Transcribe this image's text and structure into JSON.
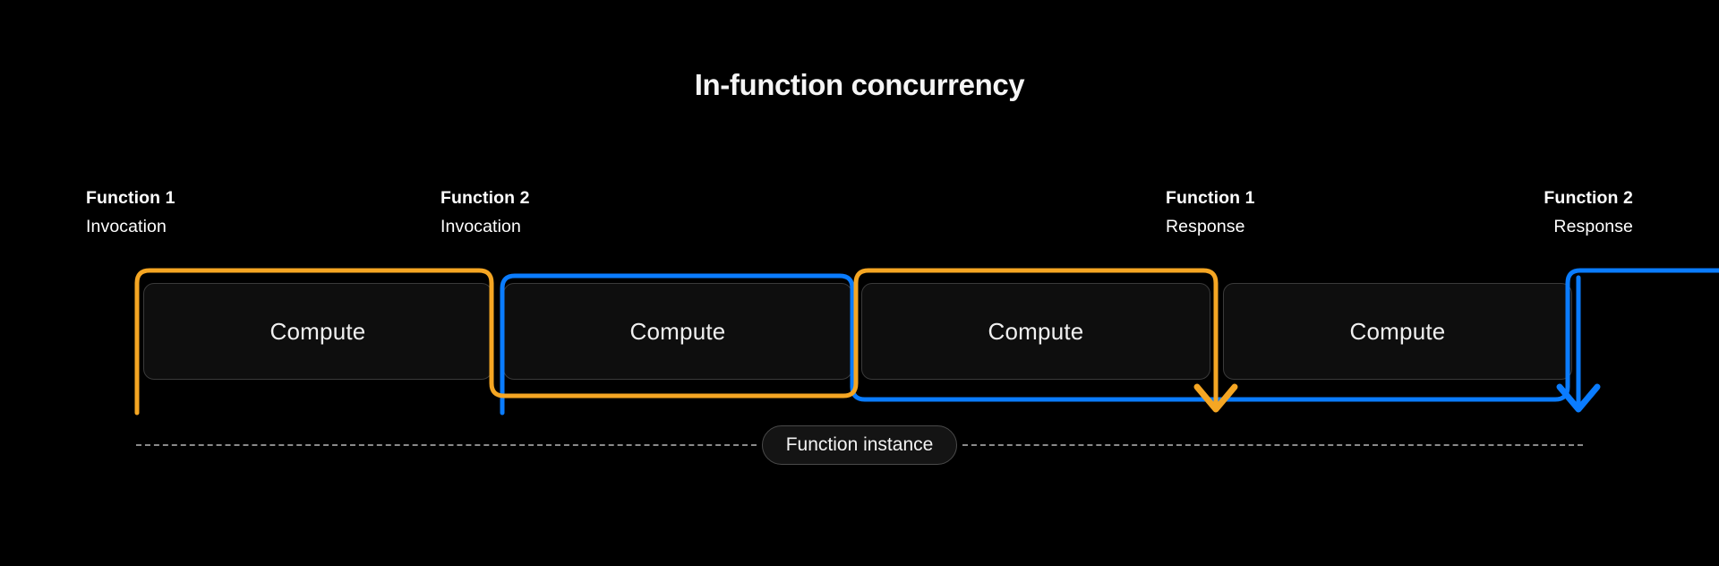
{
  "diagram": {
    "title": "In-function concurrency",
    "background_color": "#000000",
    "accent_colors": {
      "function_1": "#F5A623",
      "function_2": "#0A7CFF",
      "box_border": "#3a3a3a",
      "box_fill": "#0e0e0e",
      "dashed_line": "#8a8a8a",
      "text": "#f2f2f2"
    },
    "endpoint_labels": [
      {
        "id": "f1-invocation",
        "line1": "Function 1",
        "line2": "Invocation",
        "align": "left",
        "color": "#F5A623"
      },
      {
        "id": "f2-invocation",
        "line1": "Function 2",
        "line2": "Invocation",
        "align": "left",
        "color": "#0A7CFF"
      },
      {
        "id": "f1-response",
        "line1": "Function 1",
        "line2": "Response",
        "align": "left",
        "color": "#F5A623"
      },
      {
        "id": "f2-response",
        "line1": "Function 2",
        "line2": "Response",
        "align": "right",
        "color": "#0A7CFF"
      }
    ],
    "compute_blocks": [
      {
        "id": "compute-1",
        "label": "Compute"
      },
      {
        "id": "compute-2",
        "label": "Compute"
      },
      {
        "id": "compute-3",
        "label": "Compute"
      },
      {
        "id": "compute-4",
        "label": "Compute"
      }
    ],
    "instance_label": "Function instance"
  }
}
